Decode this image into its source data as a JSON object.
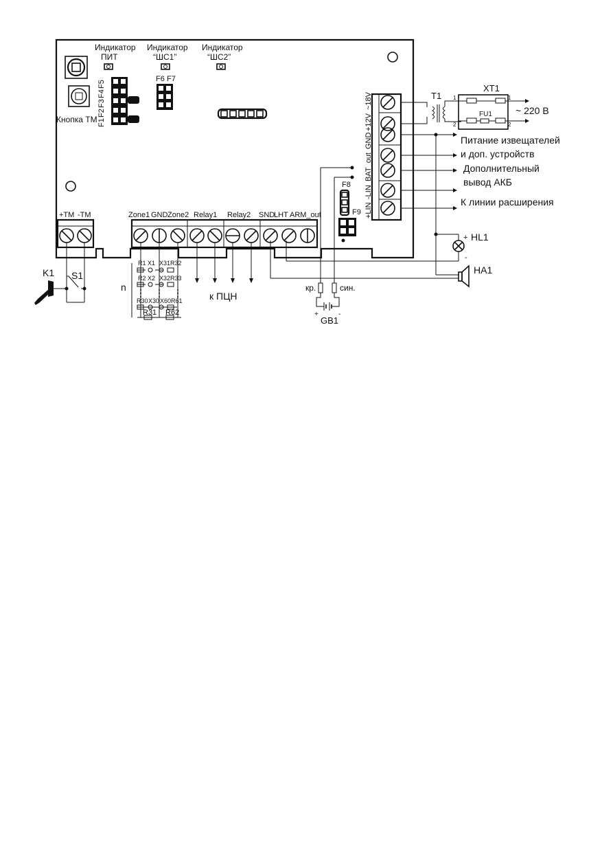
{
  "indicators": {
    "pit": {
      "line1": "Индикатор",
      "line2": "ПИТ"
    },
    "shs1": {
      "line1": "Индикатор",
      "line2": "“ШС1”"
    },
    "shs2": {
      "line1": "Индикатор",
      "line2": "“ШС2”"
    }
  },
  "button_tm": "Кнопка ТМ",
  "jumpers_left": [
    "F1",
    "F2",
    "F3",
    "F4",
    "F5"
  ],
  "jumpers_mid": [
    "F6",
    "F7"
  ],
  "jumpers_right": [
    "F8",
    "F9"
  ],
  "terminals_bottom": {
    "tm_plus": "+TM",
    "tm_minus": "-TM",
    "zone1": "Zone1",
    "gnd": "GND",
    "zone2": "Zone2",
    "relay1": "Relay1",
    "relay2": "Relay2",
    "snd": "SND",
    "lht": "LHT",
    "arm_out": "ARM_out"
  },
  "terminals_right": [
    "+LIN",
    "-LIN",
    "BAT_out",
    "GND",
    "+12V",
    "~18V"
  ],
  "transformer": "T1",
  "connector": "XT1",
  "fuse": "FU1",
  "pins": {
    "in1": "1",
    "in2": "2",
    "out1": "1",
    "out2": "2"
  },
  "mains": "~ 220 В",
  "right_labels": {
    "power1": "Питание извещателей",
    "power2": "и доп. устройств",
    "akb1": "Дополнительный",
    "akb2": "вывод АКБ",
    "ext": "К линии расширения"
  },
  "hl1": "HL1",
  "ha1": "HA1",
  "hl_plus": "+",
  "hl_minus": "-",
  "k1": "K1",
  "s1": "S1",
  "zone_elems": {
    "r1": "R1",
    "x1": "X1",
    "x31": "X31",
    "r32": "R32",
    "r2": "R2",
    "x2": "X2",
    "x32": "X32",
    "r33": "R33",
    "r30": "R30",
    "x30": "X30",
    "x60": "X60",
    "r61": "R61",
    "r31": "R31",
    "r62": "R62",
    "n": "n"
  },
  "to_pcn": "к ПЦН",
  "battery": {
    "red": "кр.",
    "blue": "син.",
    "name": "GB1",
    "plus": "+",
    "minus": "-"
  }
}
